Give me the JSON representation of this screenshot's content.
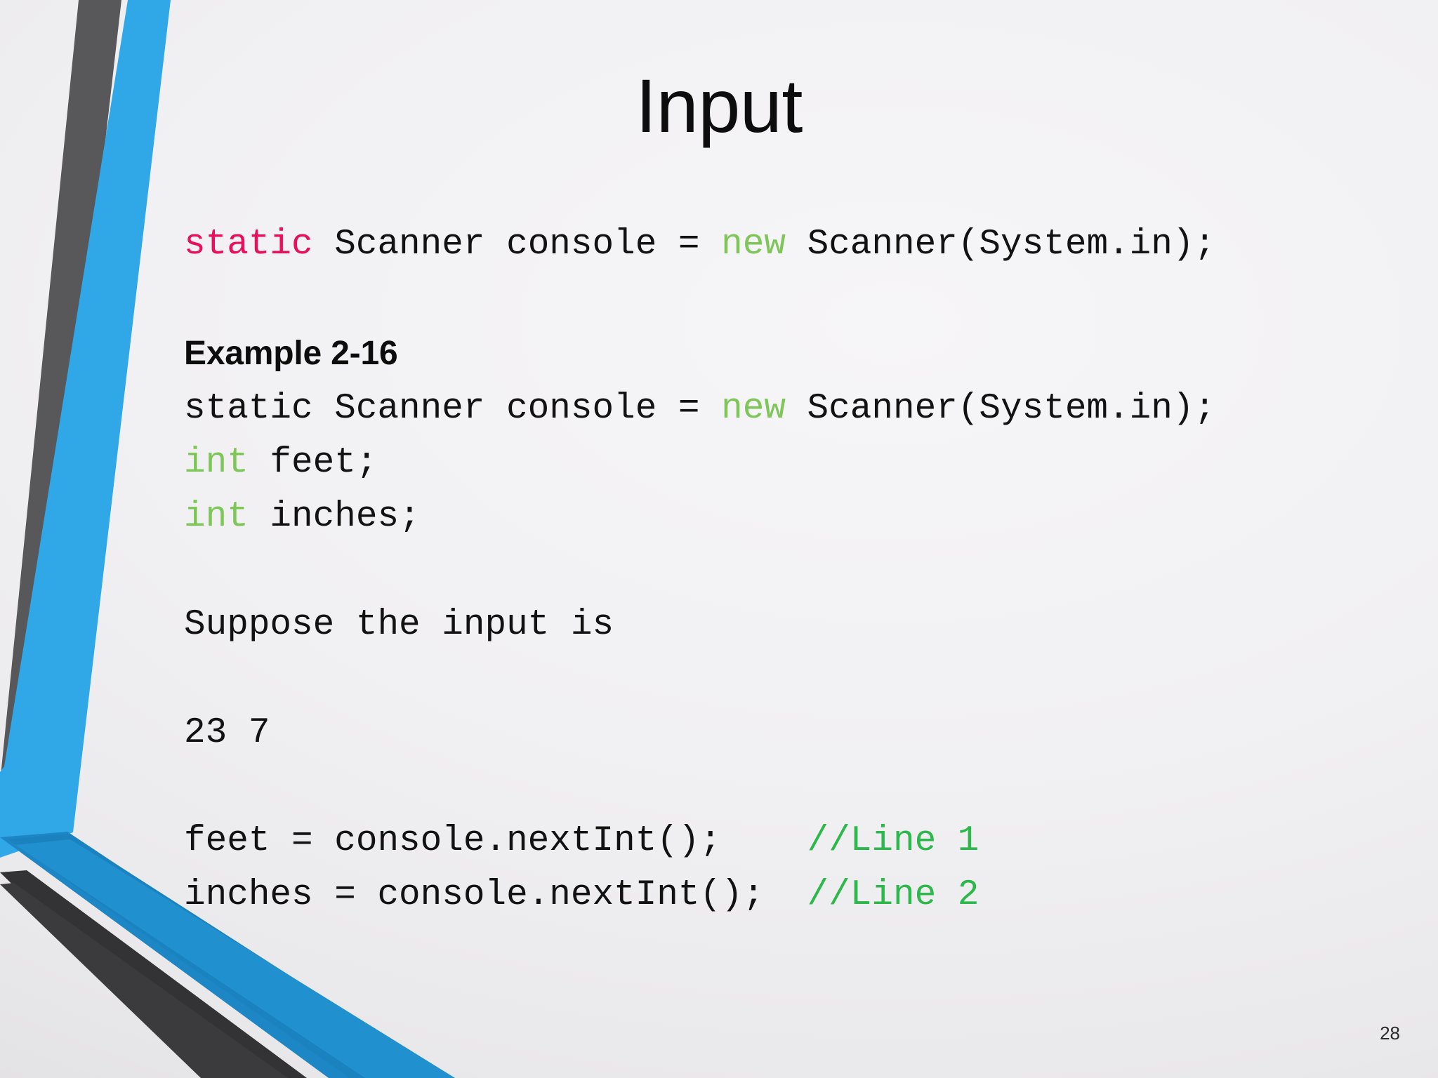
{
  "slide": {
    "title": "Input",
    "page_number": "28",
    "colors": {
      "accent_blue": "#30a8e8",
      "accent_blue_dark": "#1d86c4",
      "accent_gray": "#58585a",
      "accent_gray_dark": "#333335",
      "keyword_pink": "#e8105a",
      "keyword_green": "#7dc657",
      "comment_green": "#2cb84a",
      "text_black": "#121212",
      "background": "#f1f0f2"
    }
  },
  "code": {
    "top_snippet": {
      "kw_static": "static",
      "rest_a": " Scanner console = ",
      "kw_new": "new",
      "rest_b": " Scanner(System.in);"
    },
    "example_heading": "Example 2-16",
    "lines": [
      {
        "id": "static-scanner-line",
        "segments": [
          {
            "text": "static Scanner console = ",
            "style": "plain"
          },
          {
            "text": "new",
            "style": "keyword-green"
          },
          {
            "text": " Scanner(System.in);",
            "style": "plain"
          }
        ]
      },
      {
        "id": "int-feet-line",
        "segments": [
          {
            "text": "int",
            "style": "keyword-green"
          },
          {
            "text": " feet;",
            "style": "plain"
          }
        ]
      },
      {
        "id": "int-inches-line",
        "segments": [
          {
            "text": "int",
            "style": "keyword-green"
          },
          {
            "text": " inches;",
            "style": "plain"
          }
        ]
      },
      {
        "id": "blank-1",
        "segments": [
          {
            "text": " ",
            "style": "plain"
          }
        ]
      },
      {
        "id": "suppose-line",
        "segments": [
          {
            "text": "Suppose the input is",
            "style": "plain"
          }
        ]
      },
      {
        "id": "blank-2",
        "segments": [
          {
            "text": " ",
            "style": "plain"
          }
        ]
      },
      {
        "id": "input-values-line",
        "segments": [
          {
            "text": "23 7",
            "style": "plain"
          }
        ]
      },
      {
        "id": "blank-3",
        "segments": [
          {
            "text": " ",
            "style": "plain"
          }
        ]
      },
      {
        "id": "feet-assign-line",
        "segments": [
          {
            "text": "feet = console.nextInt();    ",
            "style": "plain"
          },
          {
            "text": "//Line 1",
            "style": "comment"
          }
        ]
      },
      {
        "id": "inches-assign-line",
        "segments": [
          {
            "text": "inches = console.nextInt();  ",
            "style": "plain"
          },
          {
            "text": "//Line 2",
            "style": "comment"
          }
        ]
      }
    ]
  }
}
